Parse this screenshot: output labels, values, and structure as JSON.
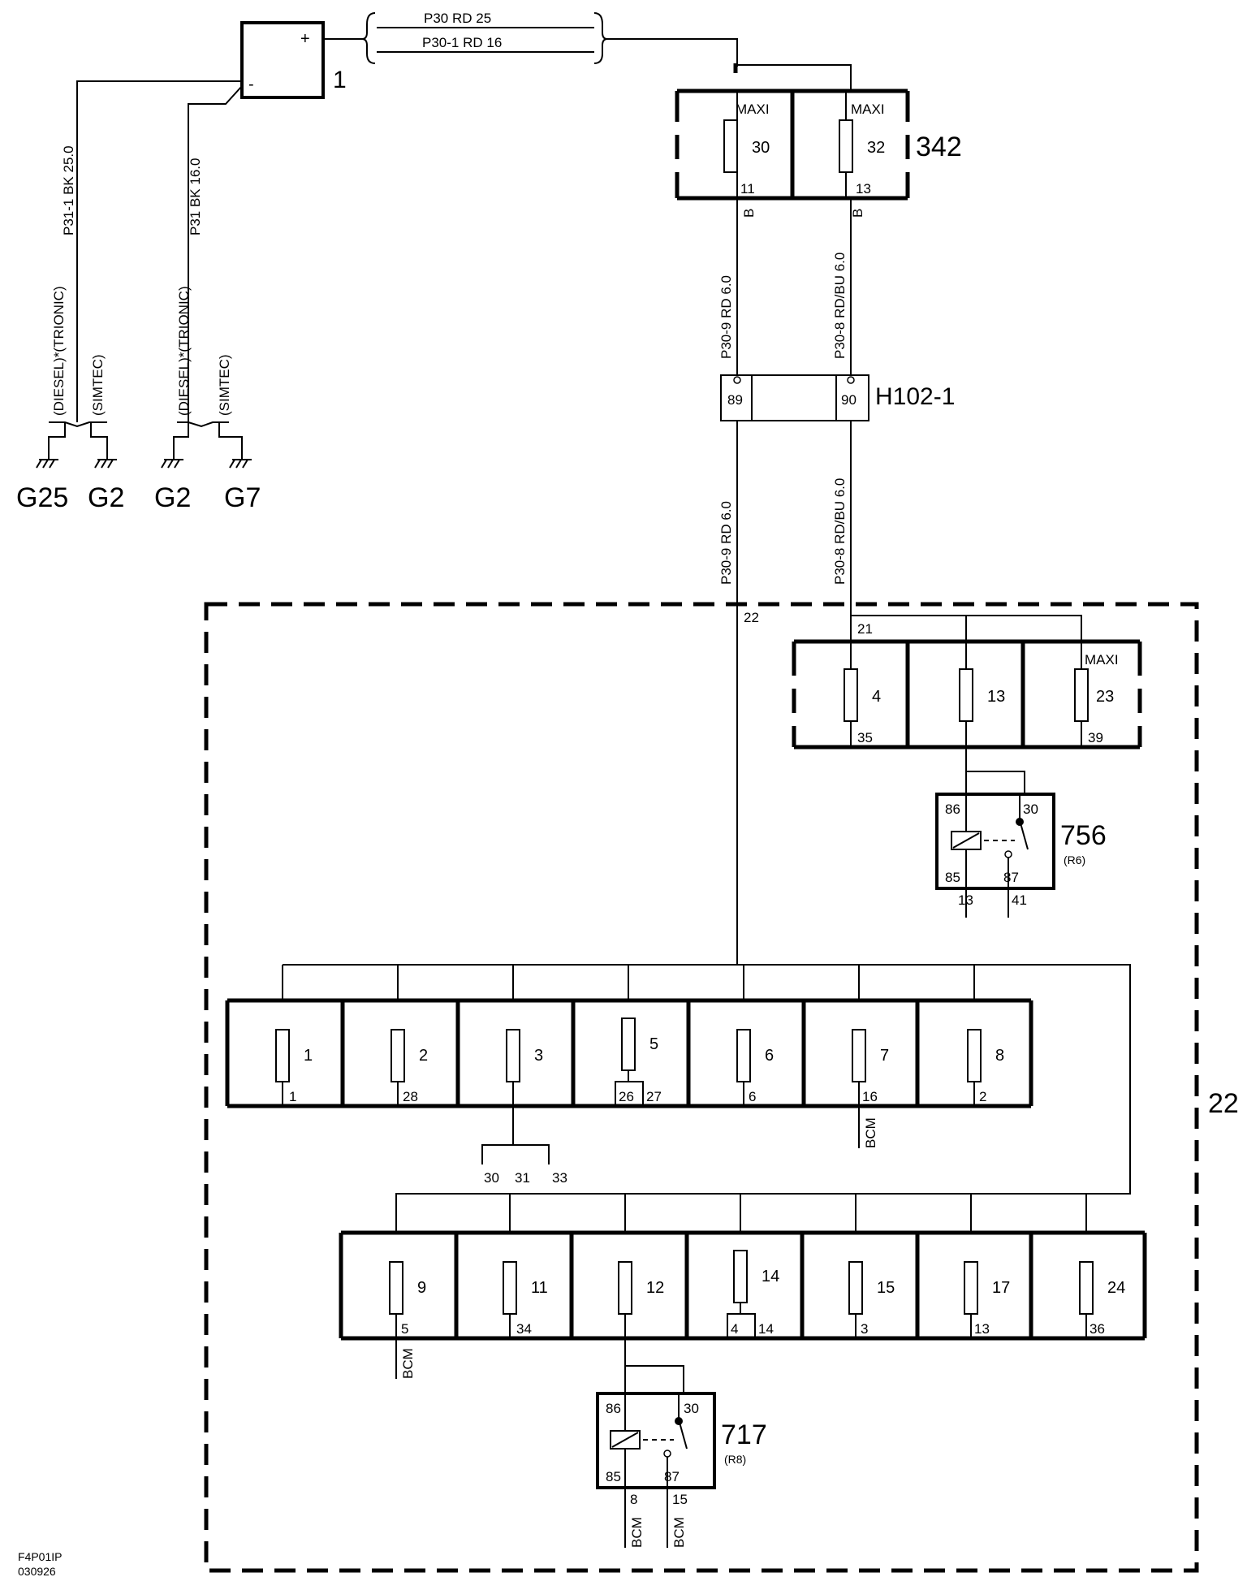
{
  "battery": {
    "label": "1",
    "plus": "+",
    "minus": "-"
  },
  "wires_top": {
    "w1": "P30  RD  25",
    "w2": "P30-1  RD  16"
  },
  "ground_wires": {
    "w1": "P31-1  BK  25.0",
    "w2": "P31  BK  16.0"
  },
  "ground_variants": {
    "diesel_trionic": "(DIESEL)*(TRIONIC)",
    "simtec": "(SIMTEC)"
  },
  "grounds": [
    "G25",
    "G2",
    "G2",
    "G7"
  ],
  "box342": {
    "label": "342",
    "maxi": "MAXI",
    "fuse_a": "30",
    "fuse_b": "32",
    "pin_a": "11",
    "pin_b": "13",
    "conn": "B"
  },
  "wires_mid": {
    "w1": "P30-9  RD  6.0",
    "w2": "P30-8  RD/BU  6.0"
  },
  "connector": {
    "label": "H102-1",
    "pin_a": "89",
    "pin_b": "90"
  },
  "box22": {
    "label": "22",
    "in_a": "22",
    "in_b": "21"
  },
  "maxi_row": {
    "maxi": "MAXI",
    "fuses": [
      {
        "num": "4",
        "pin": "35"
      },
      {
        "num": "13",
        "pin": ""
      },
      {
        "num": "23",
        "pin": "39"
      }
    ]
  },
  "relay756": {
    "label": "756",
    "sub": "(R6)",
    "p86": "86",
    "p30": "30",
    "p85": "85",
    "p87": "87",
    "out_a": "13",
    "out_b": "41"
  },
  "row1": [
    {
      "num": "1",
      "pin": "1"
    },
    {
      "num": "2",
      "pin": "28"
    },
    {
      "num": "3",
      "pin": ""
    },
    {
      "num": "5",
      "pin": "26",
      "pin2": "27"
    },
    {
      "num": "6",
      "pin": "6"
    },
    {
      "num": "7",
      "pin": "16"
    },
    {
      "num": "8",
      "pin": "2"
    }
  ],
  "row1_bcm": "BCM",
  "fuse3_outputs": [
    "30",
    "31",
    "33"
  ],
  "row2": [
    {
      "num": "9",
      "pin": "5"
    },
    {
      "num": "11",
      "pin": "34"
    },
    {
      "num": "12",
      "pin": ""
    },
    {
      "num": "14",
      "pin": "4",
      "pin2": "14"
    },
    {
      "num": "15",
      "pin": "3"
    },
    {
      "num": "17",
      "pin": "13"
    },
    {
      "num": "24",
      "pin": "36"
    }
  ],
  "row2_bcm": "BCM",
  "relay717": {
    "label": "717",
    "sub": "(R8)",
    "p86": "86",
    "p30": "30",
    "p85": "85",
    "p87": "87",
    "out_a": "8",
    "out_b": "15",
    "bcm_a": "BCM",
    "bcm_b": "BCM"
  },
  "footer": {
    "code": "F4P01IP",
    "date": "030926"
  }
}
